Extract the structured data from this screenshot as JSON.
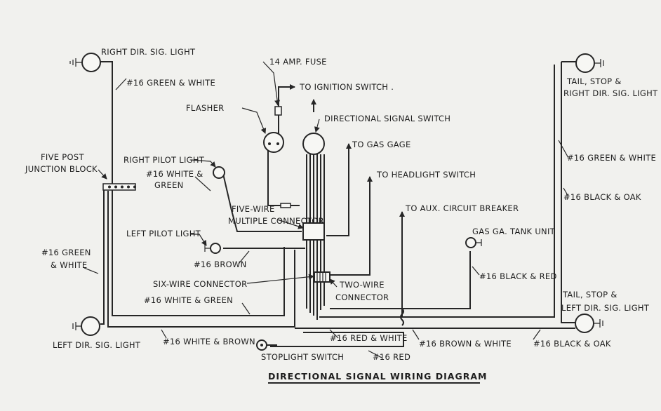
{
  "title": "DIRECTIONAL SIGNAL WIRING DIAGRAM",
  "components": {
    "right_dir_sig_light": "RIGHT DIR. SIG. LIGHT",
    "left_dir_sig_light": "LEFT DIR. SIG. LIGHT",
    "fuse": "14 AMP. FUSE",
    "ignition_switch": "TO IGNITION SWITCH .",
    "flasher": "FLASHER",
    "directional_signal_switch": "DIRECTIONAL SIGNAL SWITCH",
    "gas_gage": "TO GAS GAGE",
    "headlight_switch": "TO HEADLIGHT SWITCH",
    "aux_circuit_breaker": "TO AUX. CIRCUIT BREAKER",
    "junction_block_line1": "FIVE POST",
    "junction_block_line2": "JUNCTION BLOCK",
    "right_pilot_light": "RIGHT PILOT LIGHT",
    "left_pilot_light": "LEFT PILOT LIGHT",
    "five_wire_line1": "FIVE-WIRE",
    "five_wire_line2": "MULTIPLE CONNECTOR",
    "six_wire_connector": "SIX-WIRE CONNECTOR",
    "two_wire_line1": "TWO-WIRE",
    "two_wire_line2": "CONNECTOR",
    "gas_tank_unit": "GAS GA. TANK UNIT",
    "tail_right_line1": "TAIL, STOP &",
    "tail_right_line2": "RIGHT DIR. SIG. LIGHT",
    "tail_left_line1": "TAIL, STOP &",
    "tail_left_line2": "LEFT DIR. SIG. LIGHT",
    "stoplight_switch": "STOPLIGHT SWITCH"
  },
  "wire_labels": {
    "green_white_top": "#16 GREEN & WHITE",
    "white_green_pilot_line1": "#16 WHITE &",
    "white_green_pilot_line2": "GREEN",
    "green_white_left_line1": "#16 GREEN",
    "green_white_left_line2": "& WHITE",
    "brown": "#16 BROWN",
    "white_green_bottom": "#16 WHITE & GREEN",
    "white_brown": "#16 WHITE & BROWN",
    "red_white": "#16 RED & WHITE",
    "red": "#16 RED",
    "brown_white": "#16 BROWN & WHITE",
    "black_oak_bottom": "#16 BLACK & OAK",
    "black_red": "#16 BLACK & RED",
    "green_white_right": "#16 GREEN & WHITE",
    "black_oak_right": "#16 BLACK & OAK"
  },
  "colors": {
    "ink": "#262626",
    "paper": "#f1f1ee"
  }
}
